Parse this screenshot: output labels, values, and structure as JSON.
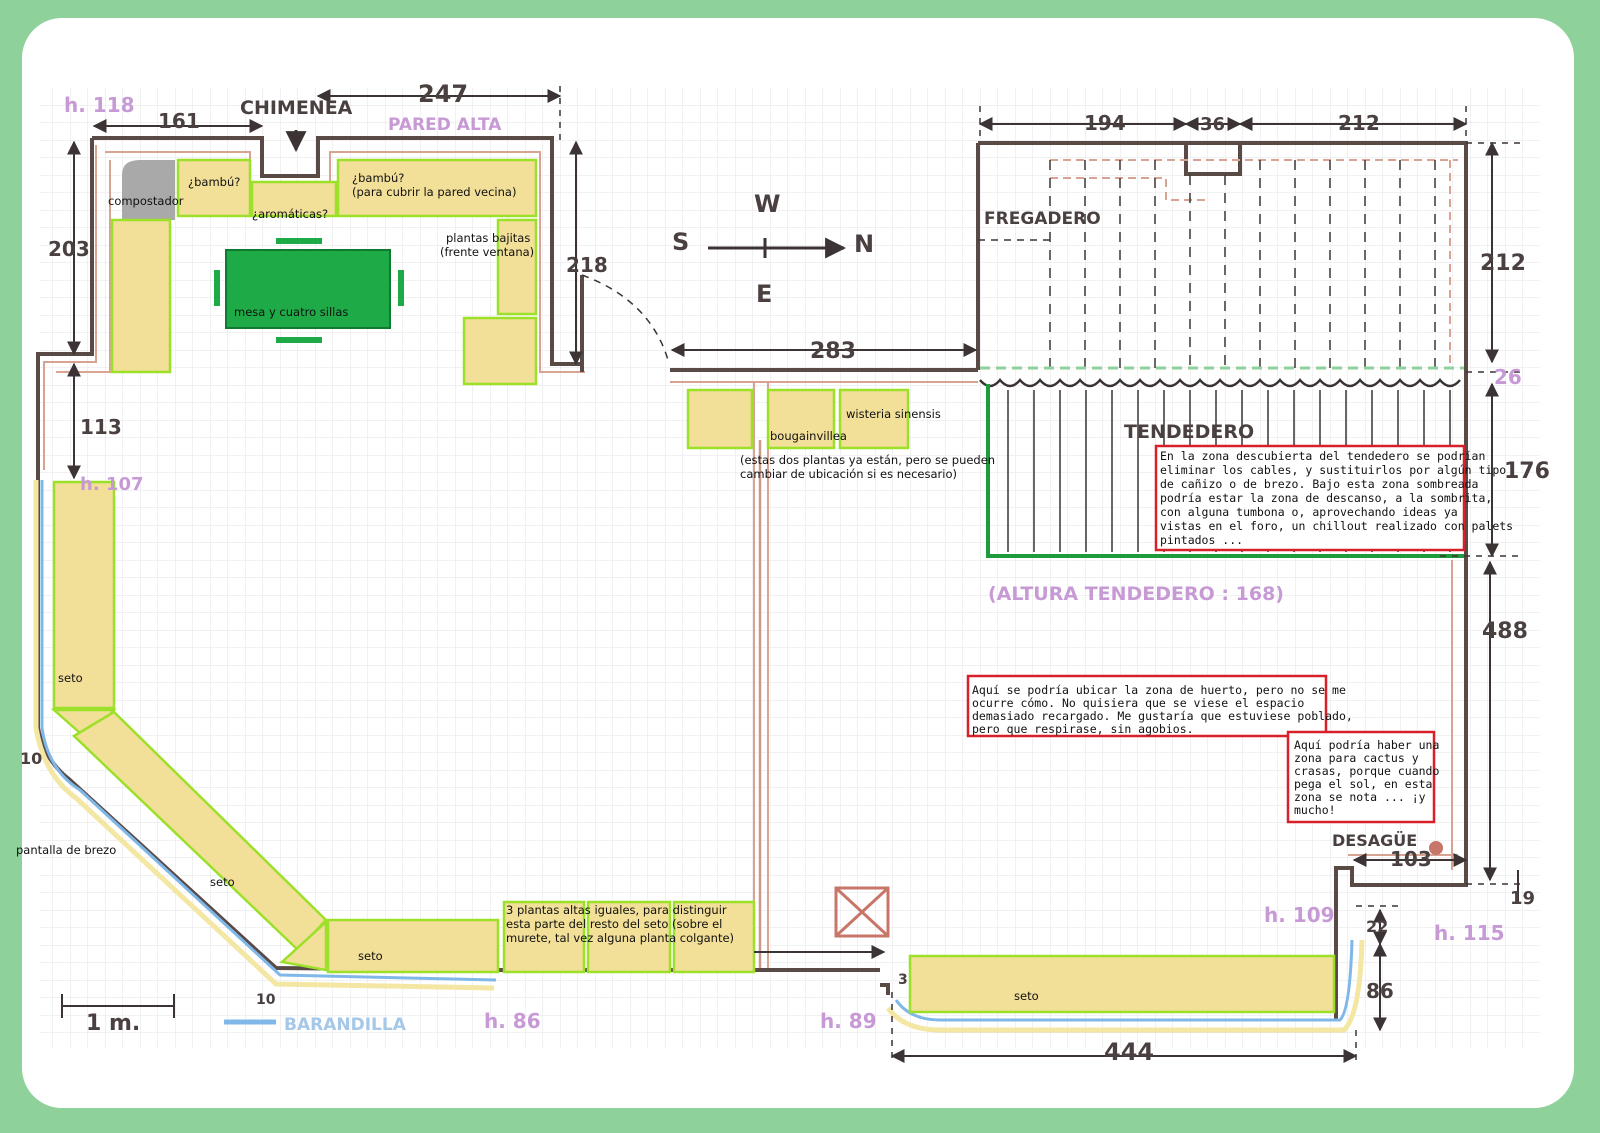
{
  "plan": {
    "scale_label": "1 m.",
    "railing_label": "BARANDILLA",
    "heights": {
      "h118": "h. 118",
      "h107": "h. 107",
      "h86": "h. 86",
      "h89": "h. 89",
      "h109": "h. 109",
      "h115": "h. 115"
    },
    "dimensions": {
      "d161": "161",
      "d247": "247",
      "d203": "203",
      "d218": "218",
      "d113": "113",
      "d10a": "10",
      "d10b": "10",
      "d194": "194",
      "d36": "36",
      "d212t": "212",
      "d212r": "212",
      "d283": "283",
      "d26": "26",
      "d176": "176",
      "d488": "488",
      "d103": "103",
      "d19": "19",
      "d22": "22",
      "d86": "86",
      "d444": "444",
      "d3": "3"
    },
    "zones": {
      "chimenea": "CHIMENEA",
      "pared_alta": "PARED ALTA",
      "fregadero": "FREGADERO",
      "tendedero": "TENDEDERO",
      "altura_tendedero": "(ALTURA TENDEDERO : 168)",
      "desague": "DESAGÜE"
    },
    "compass": {
      "w": "W",
      "s": "S",
      "n": "N",
      "e": "E"
    },
    "labels": {
      "compostador": "compostador",
      "bambu1": "¿bambú?",
      "aromaticas": "¿aromáticas?",
      "bambu2_l1": "¿bambú?",
      "bambu2_l2": "(para cubrir la pared vecina)",
      "plantas_bajitas_l1": "plantas bajitas",
      "plantas_bajitas_l2": "(frente ventana)",
      "mesa": "mesa y cuatro sillas",
      "bougainvillea": "bougainvillea",
      "wisteria": "wisteria sinensis",
      "estas_l1": "(estas dos plantas ya están, pero se pueden",
      "estas_l2": "cambiar de ubicación si es necesario)",
      "seto1": "seto",
      "seto2": "seto",
      "seto3": "seto",
      "seto4": "seto",
      "pantalla": "pantalla de brezo",
      "tres_l1": "3 plantas altas iguales, para distinguir",
      "tres_l2": "esta parte del resto del seto (sobre el",
      "tres_l3": "murete, tal vez alguna planta colgante)"
    },
    "notes": {
      "tendedero_note": [
        "En la zona descubierta del tendedero se podrían",
        "eliminar los cables, y sustituirlos por algún tipo",
        "de cañizo o de brezo. Bajo esta zona sombreada",
        "podría estar la zona de descanso, a la sombrita,",
        "con alguna tumbona o, aprovechando ideas ya",
        "vistas en el foro, un chillout realizado con palets",
        "pintados ..."
      ],
      "huerto_note": [
        "Aquí se podría ubicar la zona de huerto, pero no se me",
        "ocurre cómo. No quisiera que se viese el espacio",
        "demasiado recargado. Me gustaría que estuviese poblado,",
        "pero que respirase, sin agobios."
      ],
      "cactus_note": [
        "Aquí podría haber una",
        "zona para cactus y",
        "crasas, porque cuando",
        "pega el sol, en esta",
        "zona se nota ... ¡y",
        "mucho!"
      ]
    },
    "colors": {
      "frame": "#8fd19a",
      "bed_fill": "#f2df98",
      "bed_stroke": "#9de02a",
      "table": "#1faa48",
      "note_border": "#d8202a",
      "wall": "#5a4a46",
      "railing": "#7fb8e8"
    }
  }
}
